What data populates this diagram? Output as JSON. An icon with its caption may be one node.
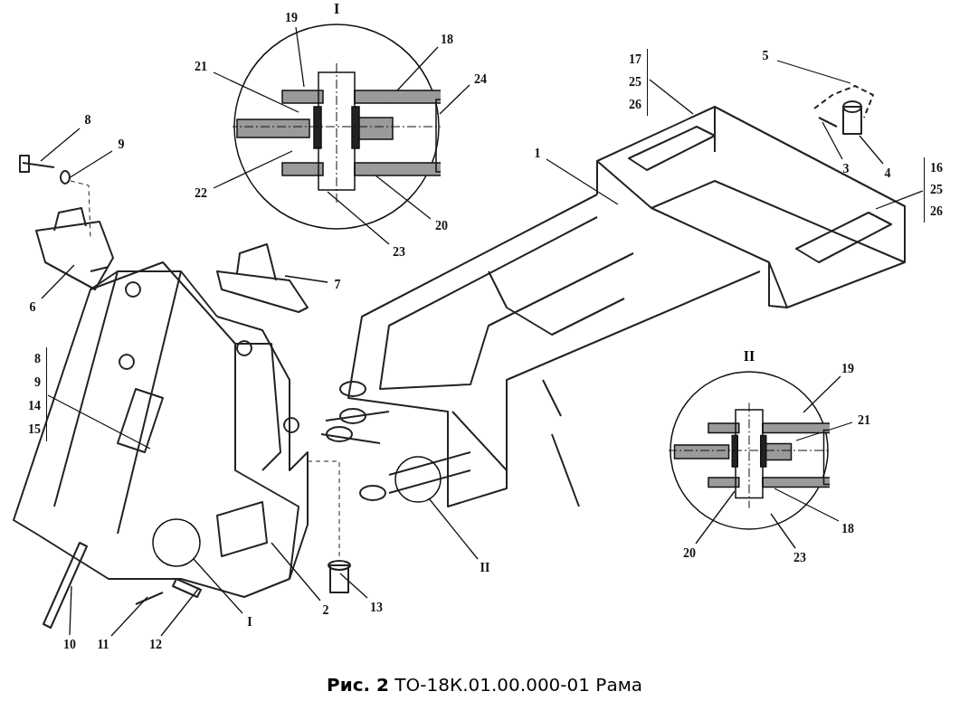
{
  "diagram": {
    "caption": "**Рис. 2** ТО-18К.01.00.000-01 Рама",
    "nodes": [
      {
        "text": [
          "I"
        ]
      },
      {
        "text": [
          "19"
        ]
      },
      {
        "text": [
          "18"
        ]
      },
      {
        "text": [
          "21"
        ]
      },
      {
        "text": [
          "24"
        ]
      },
      {
        "text": [
          "22"
        ]
      },
      {
        "text": [
          "20"
        ]
      },
      {
        "text": [
          "23"
        ]
      },
      {
        "text": [
          "8"
        ]
      },
      {
        "text": [
          "9"
        ]
      },
      {
        "text": [
          "6"
        ]
      },
      {
        "text": [
          "7"
        ]
      },
      {
        "text": [
          "17",
          "25",
          "26"
        ]
      },
      {
        "text": [
          "5"
        ]
      },
      {
        "text": [
          "3"
        ]
      },
      {
        "text": [
          "4"
        ]
      },
      {
        "text": [
          "1"
        ]
      },
      {
        "text": [
          "16",
          "25",
          "26"
        ]
      },
      {
        "text": [
          "II"
        ]
      },
      {
        "text": [
          "19"
        ]
      },
      {
        "text": [
          "21"
        ]
      },
      {
        "text": [
          "18"
        ]
      },
      {
        "text": [
          "23"
        ]
      },
      {
        "text": [
          "20"
        ]
      },
      {
        "text": [
          "8",
          "9",
          "14",
          "15"
        ]
      },
      {
        "text": [
          "10"
        ]
      },
      {
        "text": [
          "11"
        ]
      },
      {
        "text": [
          "12"
        ]
      },
      {
        "text": [],
        "shape": "circle"
      },
      {
        "text": [
          "I"
        ]
      },
      {
        "text": [
          "2"
        ]
      },
      {
        "text": [
          "13"
        ]
      },
      {
        "text": [],
        "shape": "circle"
      },
      {
        "text": [
          "II"
        ]
      }
    ],
    "edges": [
      {
        "from": 1,
        "to": 0,
        "arrow": "none"
      },
      {
        "from": 2,
        "to": 0,
        "arrow": "none"
      },
      {
        "from": 3,
        "to": 0,
        "arrow": "none"
      },
      {
        "from": 4,
        "to": 0,
        "arrow": "none"
      },
      {
        "from": 5,
        "to": 0,
        "arrow": "none"
      },
      {
        "from": 6,
        "to": 0,
        "arrow": "none"
      },
      {
        "from": 7,
        "to": 0,
        "arrow": "none"
      },
      {
        "from": 8,
        "to": null,
        "arrow": "none"
      },
      {
        "from": 9,
        "to": null,
        "arrow": "none"
      },
      {
        "from": 10,
        "to": null,
        "arrow": "none"
      },
      {
        "from": 11,
        "to": null,
        "arrow": "none"
      },
      {
        "from": 12,
        "to": null,
        "arrow": "none"
      },
      {
        "from": 13,
        "to": null,
        "arrow": "none"
      },
      {
        "from": 14,
        "to": null,
        "arrow": "none"
      },
      {
        "from": 15,
        "to": null,
        "arrow": "none"
      },
      {
        "from": 16,
        "to": null,
        "arrow": "none"
      },
      {
        "from": 17,
        "to": null,
        "arrow": "none"
      },
      {
        "from": 19,
        "to": 18,
        "arrow": "none"
      },
      {
        "from": 20,
        "to": 18,
        "arrow": "none"
      },
      {
        "from": 21,
        "to": 18,
        "arrow": "none"
      },
      {
        "from": 22,
        "to": 18,
        "arrow": "none"
      },
      {
        "from": 23,
        "to": 18,
        "arrow": "none"
      },
      {
        "from": 24,
        "to": null,
        "arrow": "none"
      },
      {
        "from": 25,
        "to": null,
        "arrow": "none"
      },
      {
        "from": 26,
        "to": null,
        "arrow": "none"
      },
      {
        "from": 27,
        "to": null,
        "arrow": "none"
      },
      {
        "from": 29,
        "to": 28,
        "arrow": "none"
      },
      {
        "from": 30,
        "to": null,
        "arrow": "none"
      },
      {
        "from": 31,
        "to": null,
        "arrow": "none"
      },
      {
        "from": 33,
        "to": 32,
        "arrow": "none"
      }
    ]
  }
}
